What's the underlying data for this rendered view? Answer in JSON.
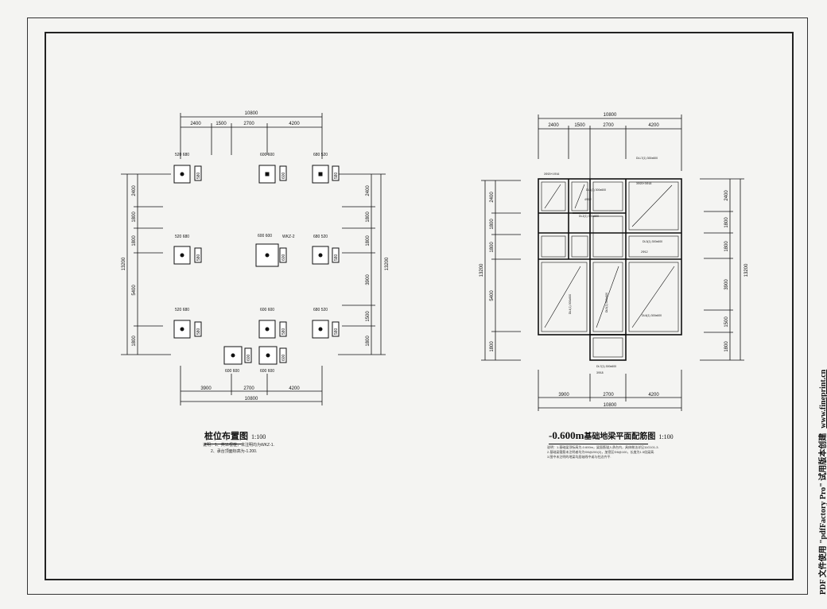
{
  "pile_plan": {
    "dim_top": {
      "total": "10800",
      "segments": [
        "2400",
        "1500",
        "2700",
        "4200"
      ]
    },
    "dim_bottom": {
      "total": "10800",
      "segments": [
        "3900",
        "2700",
        "4200"
      ]
    },
    "dim_left": {
      "total": "13200",
      "segments": [
        "2400",
        "1800",
        "1800",
        "5400",
        "1800"
      ]
    },
    "dim_right": {
      "total": "13200",
      "segments": [
        "2400",
        "1800",
        "1800",
        "3900",
        "1500",
        "1800"
      ]
    },
    "pile_caps": [
      {
        "label": "520 680",
        "side": "580"
      },
      {
        "label": "600 600",
        "side": "600"
      },
      {
        "label": "680 520",
        "side": "580"
      },
      {
        "label": "520 680",
        "side": "580"
      },
      {
        "label": "600 600",
        "side": "600"
      },
      {
        "label": "680 520",
        "side": "580"
      },
      {
        "label": "520 680",
        "side": "580"
      },
      {
        "label": "600 600",
        "side": "580"
      },
      {
        "label": "680 520",
        "side": "580"
      },
      {
        "label": "600 600",
        "side": "600"
      },
      {
        "label": "600 600",
        "side": "600"
      }
    ],
    "wkz_tag": "WKZ-2",
    "title": "桩位布置图",
    "scale": "1:100",
    "notes": [
      "说明：1、共11根桩，未注明均为WKZ-1.",
      "2、承台顶面标高为-1.200."
    ]
  },
  "beam_plan": {
    "dim_top": {
      "total": "10800",
      "segments": [
        "2400",
        "1500",
        "2700",
        "4200"
      ]
    },
    "dim_bottom": {
      "total": "10800",
      "segments": [
        "3900",
        "2700",
        "4200"
      ]
    },
    "dim_left": {
      "total": "13200",
      "segments": [
        "2400",
        "1800",
        "1800",
        "5400",
        "1800"
      ]
    },
    "dim_right": {
      "total": "13200",
      "segments": [
        "2400",
        "1800",
        "1800",
        "3900",
        "1500",
        "1800"
      ]
    },
    "beam_labels": [
      "DLL7(1) 300x600",
      "DL1(1) 300x600",
      "DL2(1) 300x600",
      "DL3(1) 300x600",
      "DL4(1) 300x600",
      "DL5(1) 300x600",
      "DL6(1) 300x600",
      "DL7(1) 300x600"
    ],
    "rebar_labels": [
      "3Φ20+1Φ16",
      "3Φ20+3Φ18",
      "4Φ12",
      "2Φ12",
      "3Φ18"
    ],
    "title_prefix": "-0.600m",
    "title_main": "基础地梁平面配筋图",
    "scale": "1:100",
    "notes": [
      "说明：1.基础梁顶标高为-0.600m，梁面筋锚入承台内，具体做法详见11G101-3.",
      "2.基础梁箍筋未注明者均为Φ8@200(2)，加密区Φ8@100，长度为1.5倍梁高.",
      "3.图中未注明的地梁均居轴线中或与柱边齐平."
    ]
  },
  "watermark": {
    "text": "PDF 文件使用 \"pdfFactory Pro\" 试用版本创建",
    "url": "www.fineprint.cn"
  }
}
